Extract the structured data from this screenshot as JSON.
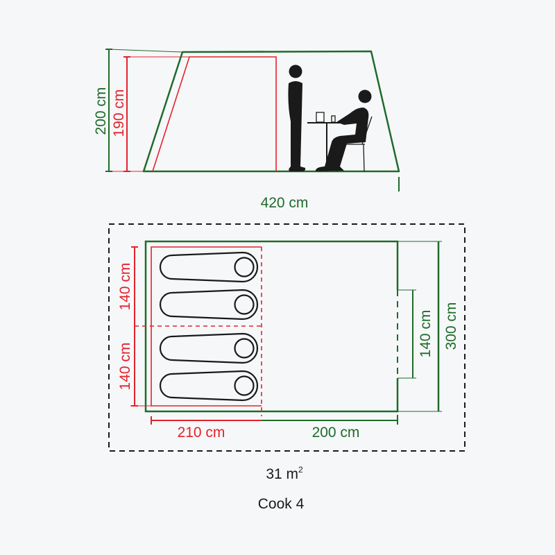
{
  "colors": {
    "green": "#1e6b2a",
    "red": "#e4222b",
    "black": "#1a1a1a",
    "background": "#f6f7f9"
  },
  "side_view": {
    "total_height": "200 cm",
    "inner_height": "190 cm",
    "length": "420 cm"
  },
  "floor_plan": {
    "bedroom_segment_1": "140 cm",
    "bedroom_segment_2": "140 cm",
    "door_width": "140 cm",
    "width": "300 cm",
    "bedroom_depth": "210 cm",
    "living_depth": "200 cm",
    "sleeping_bags": 4
  },
  "area": {
    "value": "31 m",
    "unit_sup": "2"
  },
  "model_name": "Cook 4"
}
